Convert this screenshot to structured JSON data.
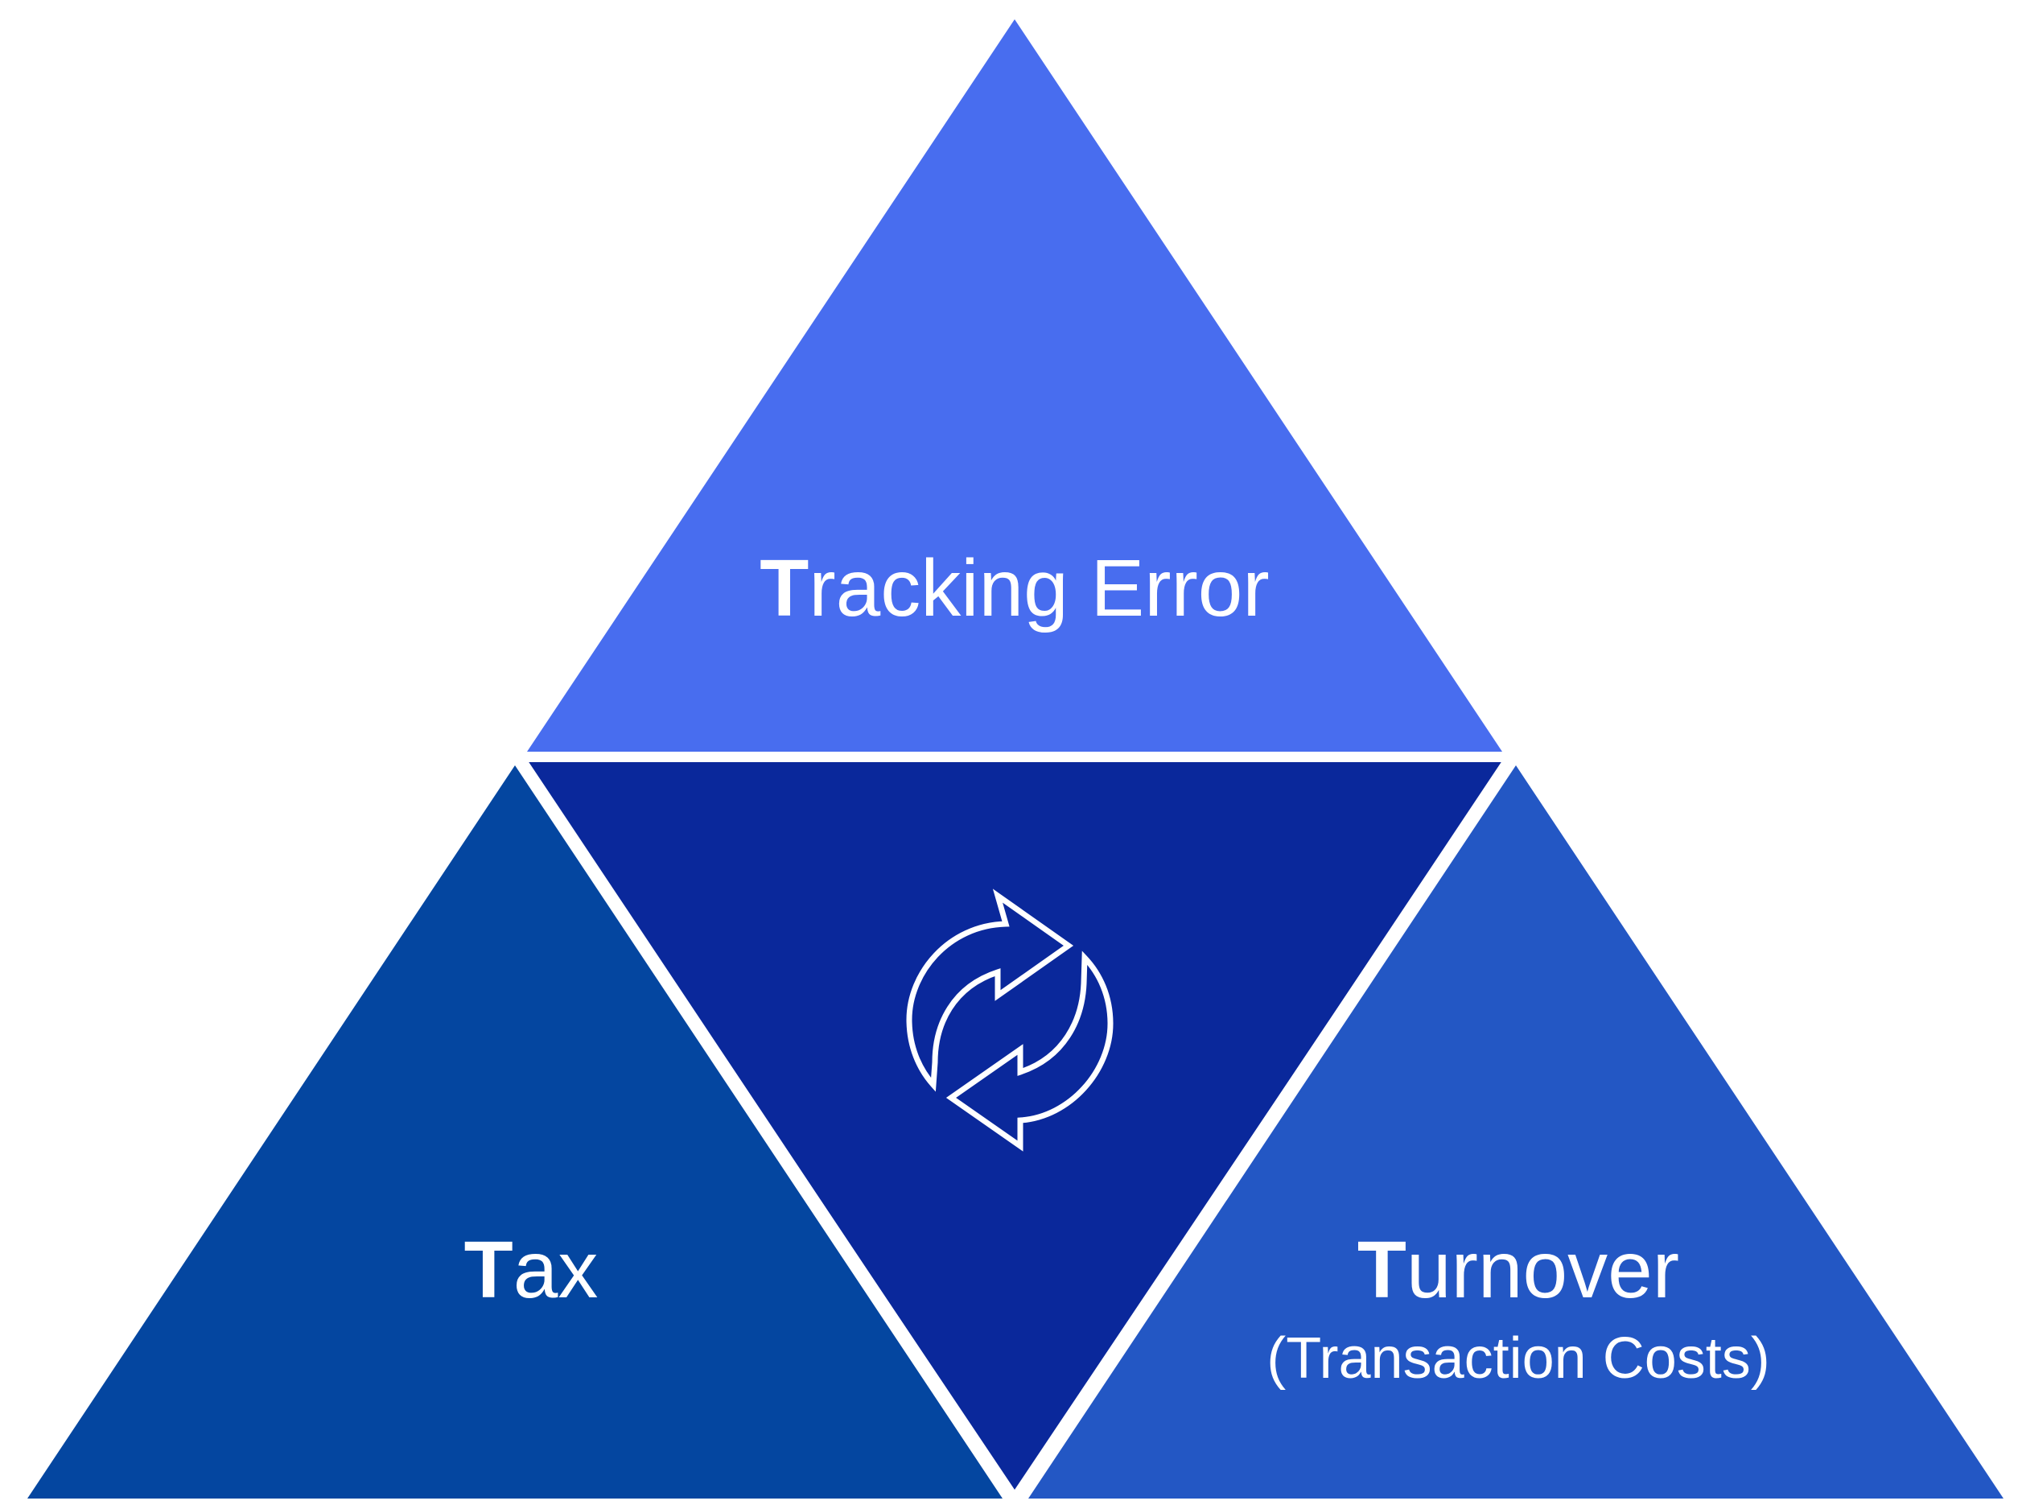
{
  "colors": {
    "top": "#486DEF",
    "center": "#0A289B",
    "left": "#0446A0",
    "right": "#2357C4",
    "stroke": "#FFFFFF"
  },
  "segments": {
    "top": {
      "initial": "T",
      "rest": "racking Error"
    },
    "left": {
      "initial": "T",
      "rest": "ax"
    },
    "right": {
      "initial": "T",
      "rest": "urnover",
      "subtitle": "(Transaction Costs)"
    }
  },
  "center_icon": "refresh-cycle-icon"
}
